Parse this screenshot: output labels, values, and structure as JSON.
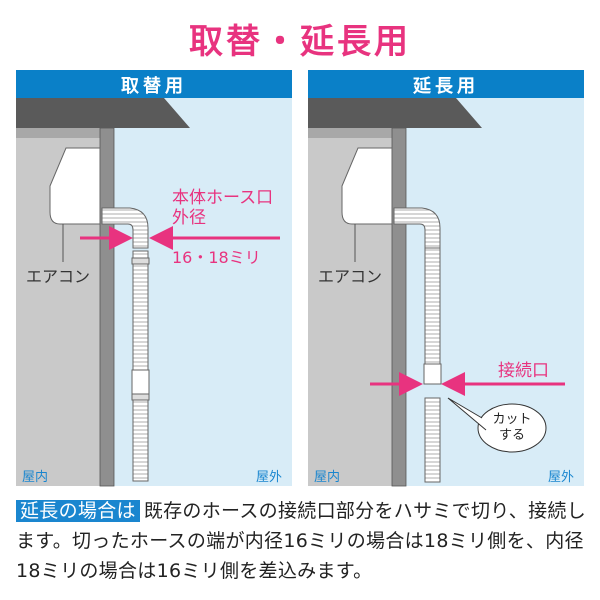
{
  "title": "取替・延長用",
  "panels": [
    {
      "header": "取替用",
      "aircon_label": "エアコン",
      "callout_line1": "本体ホース口",
      "callout_line2": "外径",
      "callout_size": "16・18ミリ",
      "indoor": "屋内",
      "outdoor": "屋外"
    },
    {
      "header": "延長用",
      "aircon_label": "エアコン",
      "callout_line1": "接続口",
      "cut_line1": "カット",
      "cut_line2": "する",
      "indoor": "屋内",
      "outdoor": "屋外"
    }
  ],
  "note": {
    "tag": "延長の場合は",
    "text": "既存のホースの接続口部分をハサミで切り、接続します。切ったホースの端が内径16ミリの場合は18ミリ側を、内径18ミリの場合は16ミリ側を差込みます。"
  },
  "colors": {
    "accent": "#e8337f",
    "header": "#0a80c8",
    "sky": "#d8ecf7"
  }
}
